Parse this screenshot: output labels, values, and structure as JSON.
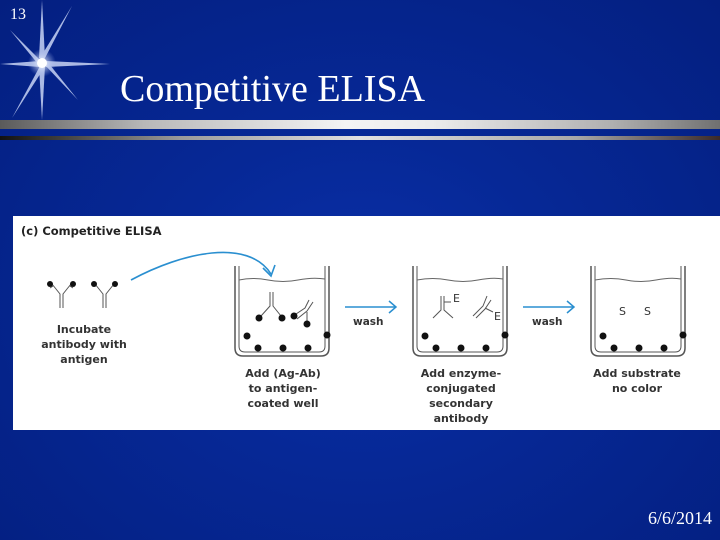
{
  "slide": {
    "number": "13",
    "title": "Competitive ELISA",
    "date": "6/6/2014"
  },
  "figure": {
    "title": "(c) Competitive ELISA",
    "steps": [
      {
        "caption": "Incubate\nantibody with\nantigen"
      },
      {
        "caption": "Add (Ag-Ab)\nto antigen-\ncoated well"
      },
      {
        "caption": "Add enzyme-\nconjugated\nsecondary\nantibody"
      },
      {
        "caption": "Add substrate\nno color"
      }
    ],
    "arrows": [
      {
        "label": "wash"
      },
      {
        "label": "wash"
      }
    ],
    "labels": {
      "enzyme": "E",
      "substrate": "S"
    }
  },
  "colors": {
    "background": "#062896",
    "arrow": "#2a8fd0",
    "text": "#ffffff"
  }
}
